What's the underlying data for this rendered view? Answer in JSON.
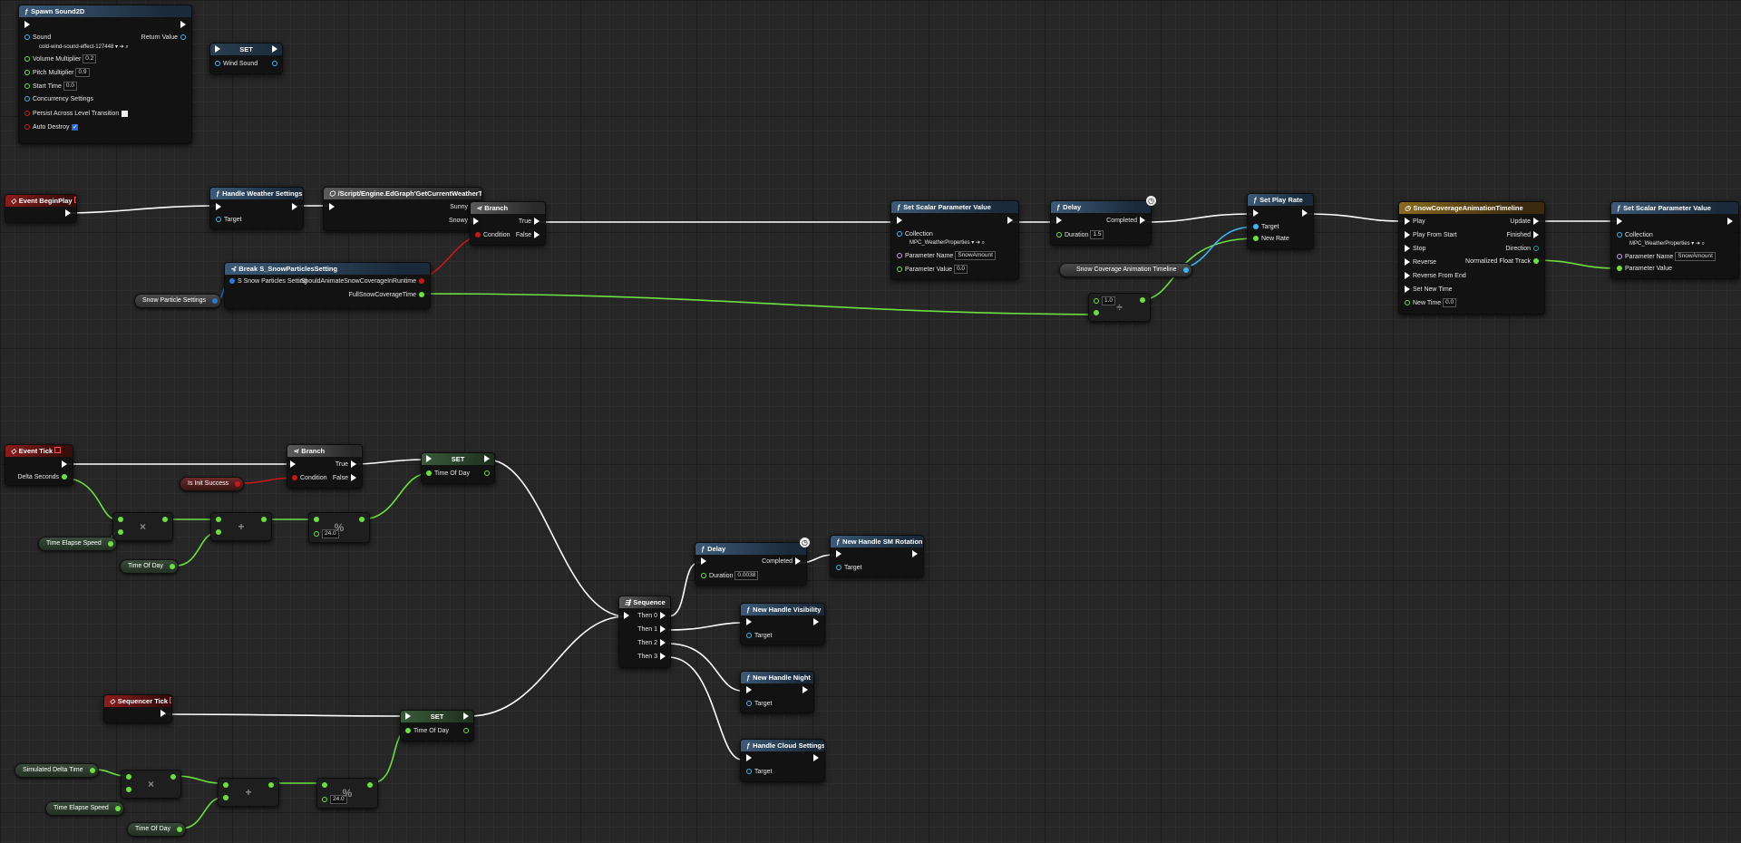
{
  "spawn_sound": {
    "title": "Spawn Sound2D",
    "return_value": "Return Value",
    "sound_label": "Sound",
    "sound_asset": "cold-wind-sound-effect-127448",
    "volume_label": "Volume Multiplier",
    "volume_value": "0.2",
    "pitch_label": "Pitch Multiplier",
    "pitch_value": "0.9",
    "start_label": "Start Time",
    "start_value": "0.0",
    "concurrency_label": "Concurrency Settings",
    "persist_label": "Persist Across Level Transition",
    "autodestroy_label": "Auto Destroy"
  },
  "set_wind": {
    "title": "SET",
    "pin": "Wind Sound"
  },
  "begin_play": {
    "title": "Event BeginPlay"
  },
  "handle_weather": {
    "title": "Handle Weather Settings",
    "target": "Target"
  },
  "weather_switch": {
    "title": "/Script/Engine.EdGraph'GetCurrentWeatherType'",
    "sunny": "Sunny",
    "snowy": "Snowy"
  },
  "branch1": {
    "title": "Branch",
    "condition": "Condition",
    "true": "True",
    "false": "False"
  },
  "break_struct": {
    "title": "Break S_SnowParticlesSetting",
    "input": "S Snow Particles Setting",
    "out1": "ShouldAnimateSnowCoverageInRuntime",
    "out2": "FullSnowCoverageTime"
  },
  "snow_particle_settings": "Snow Particle Settings",
  "set_scalar1": {
    "title": "Set Scalar Parameter Value",
    "collection": "Collection",
    "collection_value": "MPC_WeatherProperties",
    "param_name": "Parameter Name",
    "param_name_value": "SnowAmount",
    "param_value": "Parameter Value",
    "param_value_value": "0.0"
  },
  "delay1": {
    "title": "Delay",
    "completed": "Completed",
    "duration": "Duration",
    "duration_value": "1.5"
  },
  "set_play_rate": {
    "title": "Set Play Rate",
    "target": "Target",
    "new_rate": "New Rate"
  },
  "snow_timeline_var": "Snow Coverage Animation Timeline",
  "divide1": {
    "value": "1.0",
    "symbol": "÷"
  },
  "timeline": {
    "title": "SnowCoverageAnimationTimeline",
    "inputs": [
      "Play",
      "Play From Start",
      "Stop",
      "Reverse",
      "Reverse From End",
      "Set New Time",
      "New Time"
    ],
    "new_time_value": "0.0",
    "outputs": [
      "Update",
      "Finished",
      "Direction",
      "Normalized Float Track"
    ]
  },
  "set_scalar2": {
    "title": "Set Scalar Parameter Value",
    "collection": "Collection",
    "collection_value": "MPC_WeatherProperties",
    "param_name": "Parameter Name",
    "param_name_value": "SnowAmount",
    "param_value": "Parameter Value"
  },
  "event_tick": {
    "title": "Event Tick",
    "delta": "Delta Seconds"
  },
  "branch2": {
    "title": "Branch",
    "condition": "Condition",
    "true": "True",
    "false": "False"
  },
  "is_init_success": "Is Init Success",
  "set_tod1": {
    "title": "SET",
    "pin": "Time Of Day"
  },
  "time_elapse_speed1": "Time Elapse Speed",
  "time_of_day1": "Time Of Day",
  "mod1_value": "24.0",
  "ops": {
    "multiply": "×",
    "add": "+",
    "mod": "%"
  },
  "delay2": {
    "title": "Delay",
    "completed": "Completed",
    "duration": "Duration",
    "duration_value": "0.0038"
  },
  "sm_rotation": {
    "title": "New Handle SM Rotation",
    "target": "Target"
  },
  "sequence": {
    "title": "Sequence",
    "outs": [
      "Then 0",
      "Then 1",
      "Then 2",
      "Then 3"
    ]
  },
  "handle_visibility": {
    "title": "New Handle Visibility",
    "target": "Target"
  },
  "handle_night": {
    "title": "New Handle Night",
    "target": "Target"
  },
  "handle_cloud": {
    "title": "Handle Cloud Settings",
    "target": "Target"
  },
  "sequencer_tick": {
    "title": "Sequencer Tick"
  },
  "set_tod2": {
    "title": "SET",
    "pin": "Time Of Day"
  },
  "simulated_delta": "Simulated Delta Time",
  "time_elapse_speed2": "Time Elapse Speed",
  "time_of_day2": "Time Of Day",
  "mod2_value": "24.0",
  "colors": {
    "exec": "#ffffff",
    "float": "#6ce040",
    "object": "#3fb6f0",
    "bool": "#c81818",
    "struct": "#2a7ad0"
  }
}
